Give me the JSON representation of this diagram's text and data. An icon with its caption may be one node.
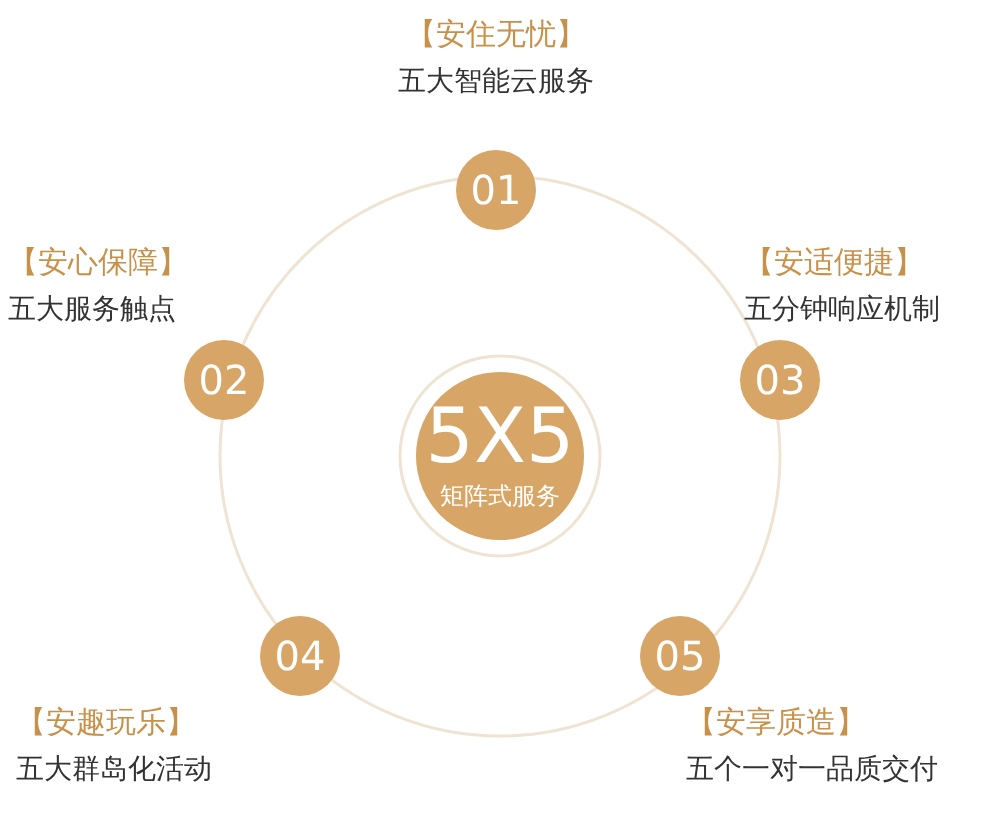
{
  "diagram": {
    "nodes": [
      {
        "text": [
          "5X5",
          "矩阵式服务"
        ]
      },
      {
        "text": [
          "01"
        ],
        "beside": [
          "【安住无忧】",
          "五大智能云服务"
        ]
      },
      {
        "text": [
          "02"
        ],
        "beside": [
          "【安心保障】",
          "五大服务触点"
        ]
      },
      {
        "text": [
          "03"
        ],
        "beside": [
          "【安适便捷】",
          "五分钟响应机制"
        ]
      },
      {
        "text": [
          "04"
        ],
        "beside": [
          "【安趣玩乐】",
          "五大群岛化活动"
        ]
      },
      {
        "text": [
          "05"
        ],
        "beside": [
          "【安享质造】",
          "五个一对一品质交付"
        ]
      }
    ]
  }
}
